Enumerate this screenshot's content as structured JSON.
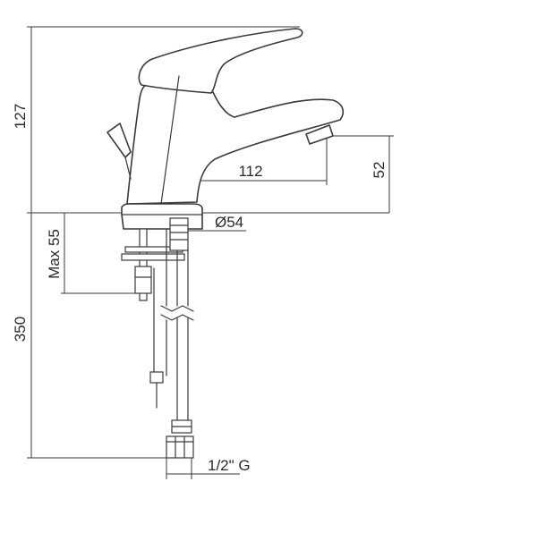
{
  "dimensions": {
    "height_total": "127",
    "height_hoses": "350",
    "max_thickness": "Max 55",
    "spout_reach": "112",
    "spout_height": "52",
    "base_diameter": "Ø54",
    "thread": "1/2\" G"
  }
}
